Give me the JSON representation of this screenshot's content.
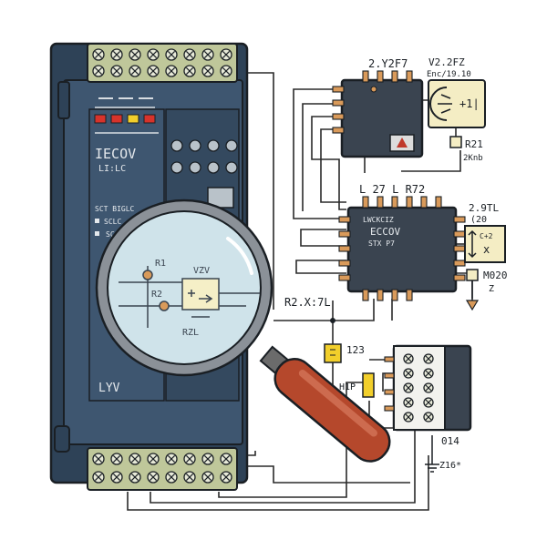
{
  "plc": {
    "brand": "IECOV",
    "model": "LI:LC",
    "side_label_1": "SCT BIGLC",
    "side_label_2": "SCLC",
    "side_label_3": "SC",
    "footer_label": "LYV"
  },
  "magnifier": {
    "label_r1": "R1",
    "label_r2": "R2",
    "label_vzv": "VZV",
    "label_rzl": "RZL"
  },
  "module_top": {
    "left_label": "2.Y2F7",
    "right_label": "V2.2FZ",
    "right_sublabel": "Enc/19.10",
    "display_text": "+1|",
    "res_label": "R21",
    "res_sublabel": "2Knb"
  },
  "module_mid": {
    "pin_labels": "L 27 L R72",
    "chip_line1": "LWCKCIZ",
    "chip_line2": "ECCOV",
    "chip_line3": "STX P7",
    "right_label": "2.9TL",
    "right_sublabel": "(20",
    "box_symbol": "x",
    "box_sub": "C+2",
    "out_label": "M020",
    "out_sublabel": "Z"
  },
  "bus_label": "R2.X:7L",
  "sensor": {
    "label": "123",
    "coil_label": "H1P"
  },
  "module_bot": {
    "label": "014",
    "sublabel": "Z16*"
  },
  "colors": {
    "plc_body": "#3e5670",
    "plc_dark": "#2e4257",
    "terminal": "#bfc79a",
    "module": "#3a4450",
    "leds": [
      "#d7332b",
      "#d7332b",
      "#f2cf2b",
      "#d7332b"
    ],
    "handle": "#b5482c",
    "lens": "#cfe3ea"
  }
}
